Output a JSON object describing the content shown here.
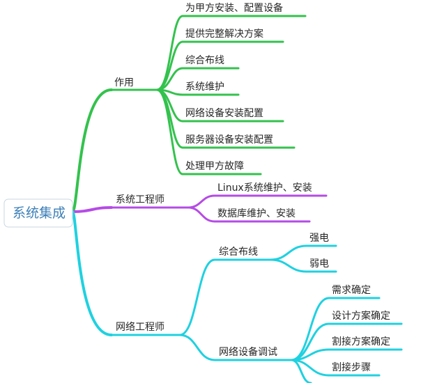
{
  "mindmap": {
    "root": {
      "label": "系统集成",
      "branches": [
        {
          "label": "作用",
          "color": "#33c24d",
          "children": [
            "为甲方安装、配置设备",
            "提供完整解决方案",
            "综合布线",
            "系统维护",
            "网络设备安装配置",
            "服务器设备安装配置",
            "处理甲方故障"
          ]
        },
        {
          "label": "系统工程师",
          "color": "#b54be6",
          "children": [
            "Linux系统维护、安装",
            "数据库维护、安装"
          ]
        },
        {
          "label": "网络工程师",
          "color": "#1fd1e0",
          "children": [
            {
              "label": "综合布线",
              "children": [
                "强电",
                "弱电"
              ]
            },
            {
              "label": "网络设备调试",
              "children": [
                "需求确定",
                "设计方案确定",
                "割接方案确定",
                "割接步骤"
              ]
            }
          ]
        }
      ]
    }
  }
}
